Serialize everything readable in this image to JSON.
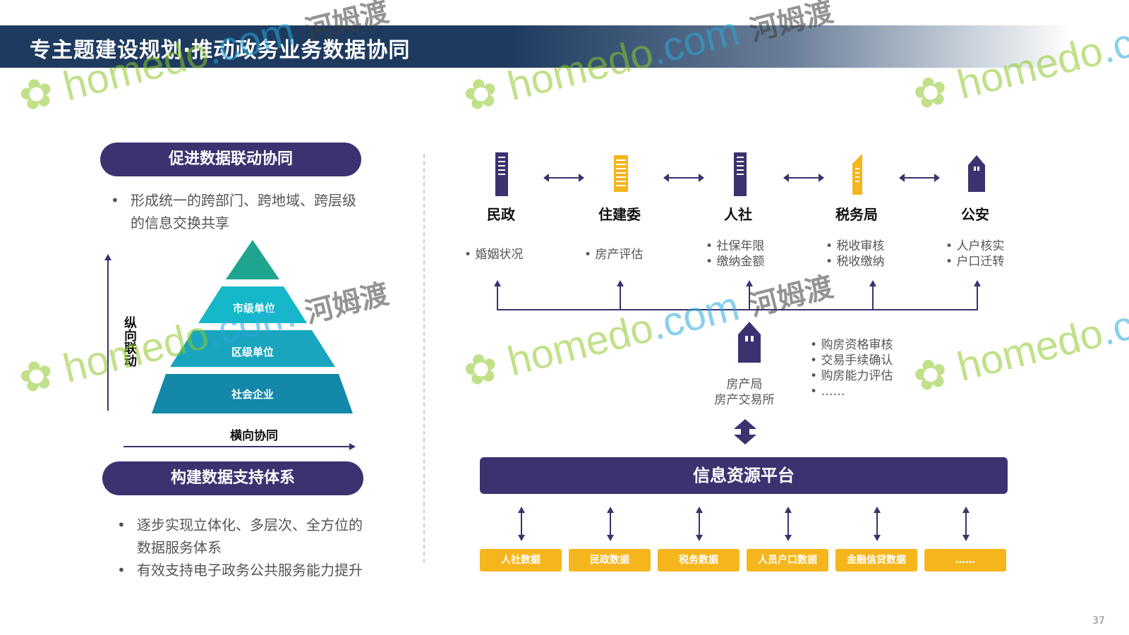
{
  "title": "专主题建设规划·推动政务业务数据协同",
  "left": {
    "section1": "促进数据联动协同",
    "bullets1": [
      "形成统一的跨部门、跨地域、跨层级",
      "的信息交换共享"
    ],
    "pyramid": [
      "市级单位",
      "区级单位",
      "社会企业"
    ],
    "vertical_label": [
      "纵",
      "向",
      "联",
      "动"
    ],
    "horizontal_label": "横向协同",
    "section2": "构建数据支持体系",
    "bullets2": [
      "逐步实现立体化、多层次、全方位的",
      "数据服务体系",
      "有效支持电子政务公共服务能力提升"
    ]
  },
  "orgs": [
    {
      "name": "民政",
      "items": [
        "婚姻状况"
      ]
    },
    {
      "name": "住建委",
      "items": [
        "房产评估"
      ]
    },
    {
      "name": "人社",
      "items": [
        "社保年限",
        "缴纳金额"
      ]
    },
    {
      "name": "税务局",
      "items": [
        "税收审核",
        "税收缴纳"
      ]
    },
    {
      "name": "公安",
      "items": [
        "人户核实",
        "户口迁转"
      ]
    }
  ],
  "center": {
    "line1": "房产局",
    "line2": "房产交易所",
    "items": [
      "购房资格审核",
      "交易手续确认",
      "购房能力评估",
      "……"
    ]
  },
  "platform": "信息资源平台",
  "data_boxes": [
    "人社数据",
    "民政数据",
    "税务数据",
    "人员户口数据",
    "金融信贷数据",
    "……"
  ],
  "page_number": "37",
  "watermark": "homedo.com 河姆渡",
  "colors": {
    "navy": "#1e3a5f",
    "purple": "#3b3270",
    "yellow": "#f5b51c",
    "teal": "#1a9bb5"
  }
}
